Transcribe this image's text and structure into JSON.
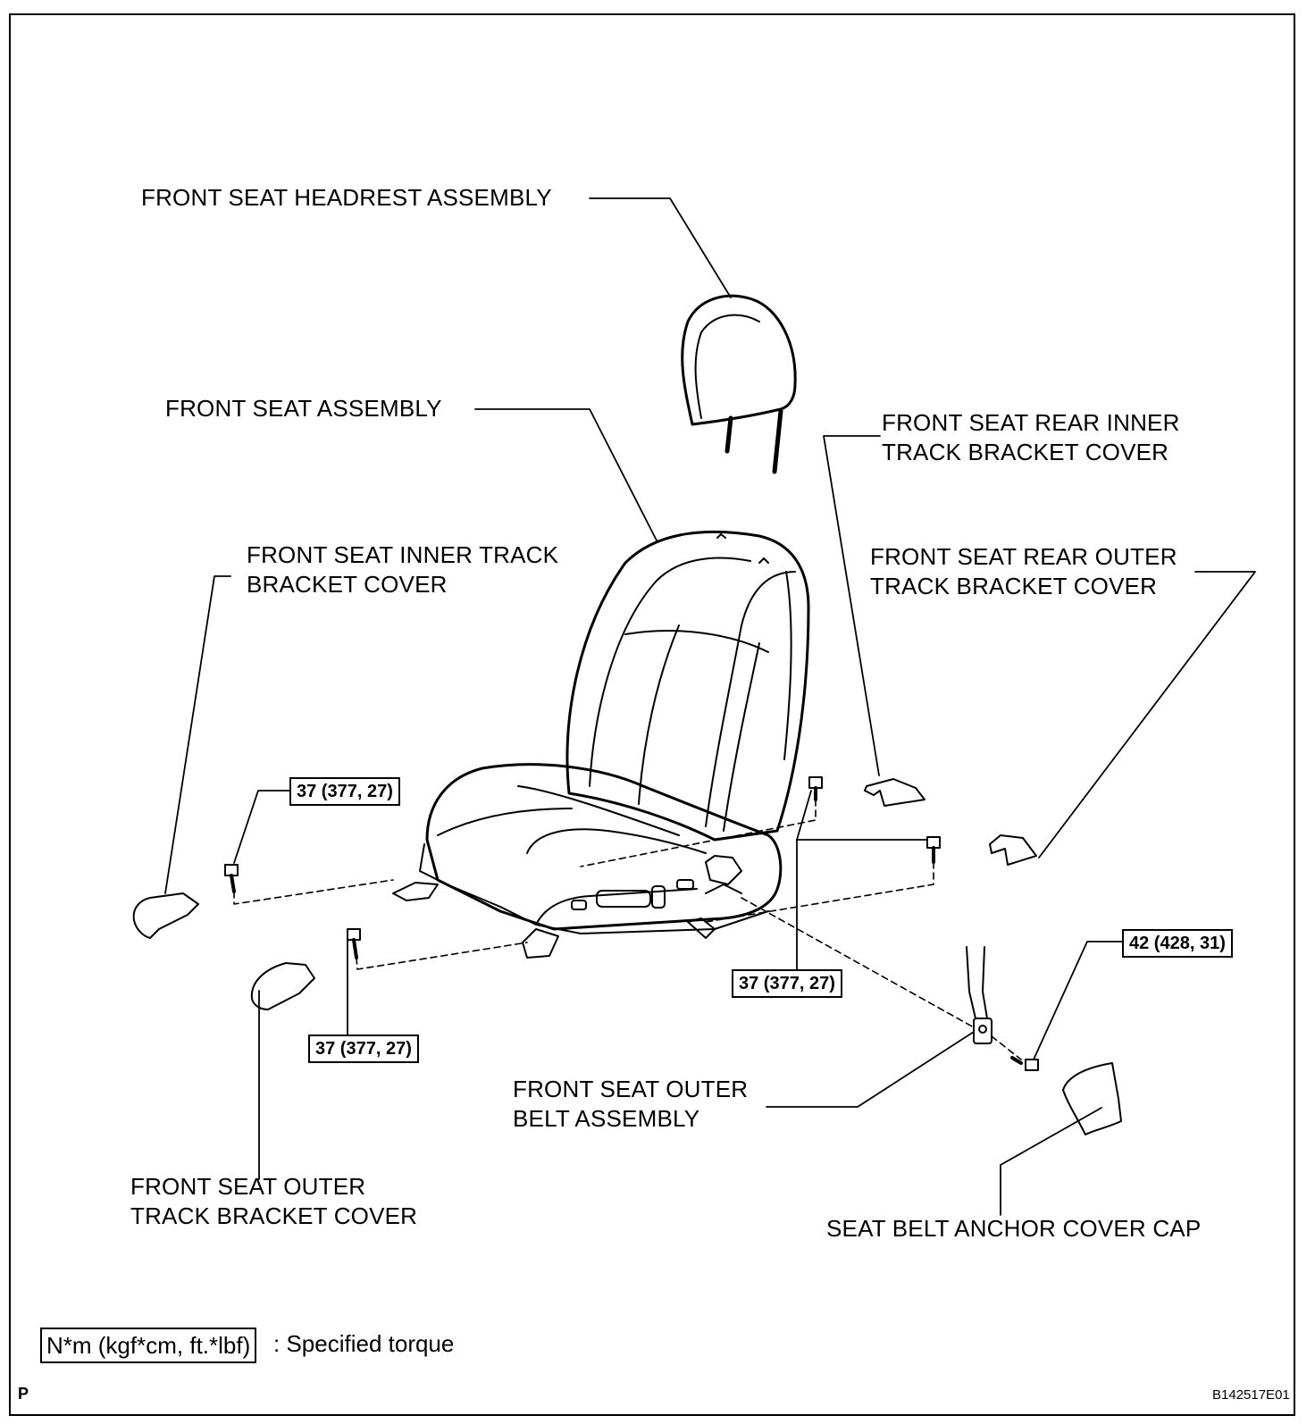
{
  "labels": {
    "headrest": "FRONT SEAT HEADREST ASSEMBLY",
    "seat_assembly": "FRONT SEAT ASSEMBLY",
    "rear_inner_cover": "FRONT SEAT REAR INNER\nTRACK BRACKET COVER",
    "inner_track_cover": "FRONT SEAT INNER TRACK\nBRACKET COVER",
    "rear_outer_cover": "FRONT SEAT REAR OUTER\nTRACK BRACKET COVER",
    "outer_belt": "FRONT SEAT OUTER\nBELT ASSEMBLY",
    "outer_track_cover": "FRONT SEAT OUTER\nTRACK BRACKET COVER",
    "anchor_cap": "SEAT BELT ANCHOR COVER CAP"
  },
  "torques": {
    "inner_front_bolt": "37 (377, 27)",
    "inner_rear_bolt": "37 (377, 27)",
    "outer_bolts": "37 (377, 27)",
    "belt_anchor_bolt": "42 (428, 31)"
  },
  "legend": {
    "unit_box": "N*m (kgf*cm, ft.*lbf)",
    "text": ": Specified torque"
  },
  "footer": {
    "corner_mark": "P",
    "figure_id": "B142517E01"
  }
}
